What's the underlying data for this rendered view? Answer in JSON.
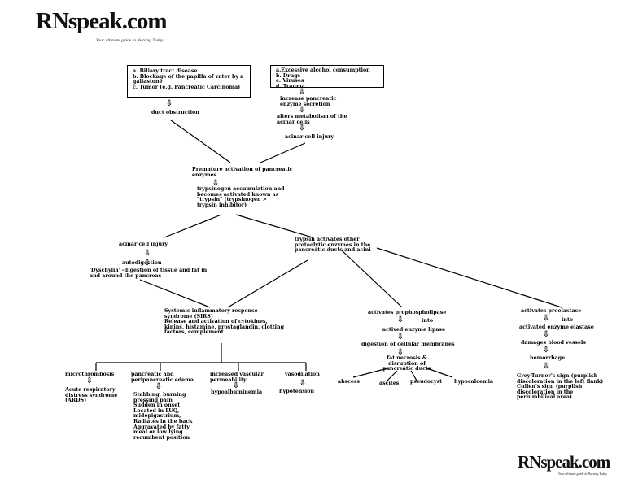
{
  "logo": {
    "name": "RNspeak.com",
    "tagline": "Your ultimate guide in Nursing Today"
  },
  "causes_left": "a. Biliary tract disease\nb. Blockage of the papilla of vater by a gallastone\nc. Tumor (e.g. Pancreatic Carcinoma)",
  "causes_right": "a.Excessive alcohol consumption\nb. Drugs\nc. Viruses\nd. Trauma",
  "duct_obstruction": "duct obstruction",
  "increase_secretion": "increase pancreatic enzyme secretion",
  "alters_metabolism": "alters metabolism of the acinar cells",
  "acinar_injury_top": "acinar cell injury",
  "premature_activation": "Premature activation of pancreatic enzymes",
  "trypsinogen": "trypsinogen accumulation and becomes activated known as \"trypsin\" (trypsinogen > trypsin inhibitor)",
  "acinar_injury_mid": "acinar cell injury",
  "autodigestion": "autodigestion",
  "dyschylia": "'Dyschylia' –digestion of tissue and fat in and around the pancreas",
  "trypsin_activates": "trypsin activates other proteolytic enzymes in the pancreatic ducts and acini",
  "sirs": "Systemic inflammatory response syndrome (SIRS)\nRelease and activation of cytokines, kinins, histamine, prostaglandin, clotting factors, complement",
  "microthrombosis": "microthrombosis",
  "ards": "Acute respiratory distress syndrome (ARDS)",
  "pain_title": "pancreatic and peripancreatic edema",
  "pain_text": "Stabbing, burning pressing pain\nSudden in onset\nLocated in LUQ, midepigastrium,\nRadiates in the back\nAggravated by fatty meal or low lying recumbent position",
  "vascular": "increased vascular permeability",
  "hypoalbuminemia": "hypoalbuminemia",
  "vasodilation": "vasodilation",
  "hypotension": "hypotension",
  "prophospholipase": "activates prophospholipase",
  "into1": "into",
  "lipase": "actived enzyme lipase",
  "digestion_membranes": "digestion of cellular membranes",
  "fat_necrosis": "fat necrosis & disruption of pancreatic ducts",
  "abscess": "abscess",
  "ascites": "ascites",
  "pseudocyst": "pseudocyst",
  "hypocalcemia": "hypocalcemia",
  "proelastase": "activates proelastase",
  "into2": "into",
  "elastase": "activated enzyme elastase",
  "damages_vessels": "damages blood vessels",
  "hemorrhage": "hemorrhage",
  "signs": "Grey-Turner's sign (purplish discoloration in the left flank)\nCullen's sign (purplish discoloration in the periumbilical area)",
  "arrow_glyph": "⇩"
}
